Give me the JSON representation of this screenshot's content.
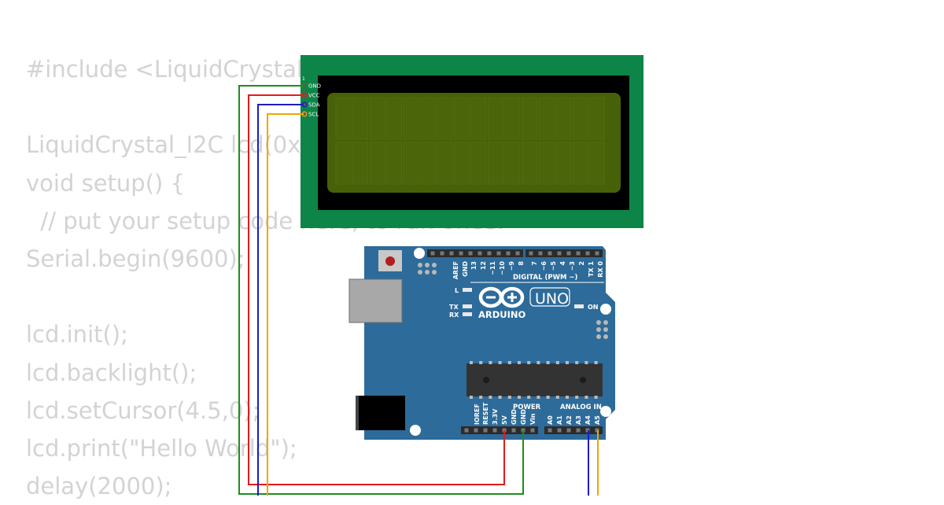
{
  "code_lines": [
    "#include <LiquidCrystal_I2C.h>",
    "",
    "LiquidCrystal_I2C lcd(0x27, 16, 2);",
    "void setup() {",
    "  // put your setup code here, to run once:",
    "Serial.begin(9600);",
    "",
    "lcd.init();",
    "lcd.backlight();",
    "lcd.setCursor(4.5,0);",
    "lcd.print(\"Hello World\");",
    "delay(2000);"
  ],
  "lcd": {
    "pin1_marker": "1",
    "pins": [
      "GND",
      "VCC",
      "SDA",
      "SCL"
    ]
  },
  "arduino": {
    "brand": "ARDUINO",
    "model": "UNO",
    "digital_header": "DIGITAL (PWM ~)",
    "digital_pins": [
      "AREF",
      "GND",
      "13",
      "12",
      "~11",
      "~10",
      "~9",
      "8",
      "7",
      "~6",
      "~5",
      "4",
      "~3",
      "2",
      "TX 1",
      "RX 0"
    ],
    "power_header": "POWER",
    "power_pins": [
      "IOREF",
      "RESET",
      "3.3V",
      "5V",
      "GND",
      "GND",
      "Vin"
    ],
    "analog_header": "ANALOG IN",
    "analog_pins": [
      "A0",
      "A1",
      "A2",
      "A3",
      "A4",
      "A5"
    ],
    "led_l": "L",
    "led_tx": "TX",
    "led_rx": "RX",
    "led_on": "ON"
  },
  "wires": [
    {
      "name": "GND",
      "color": "#1e8c1e"
    },
    {
      "name": "VCC",
      "color": "#e31b1b"
    },
    {
      "name": "SDA",
      "color": "#1c1cc4"
    },
    {
      "name": "SCL",
      "color": "#f5a300"
    }
  ]
}
